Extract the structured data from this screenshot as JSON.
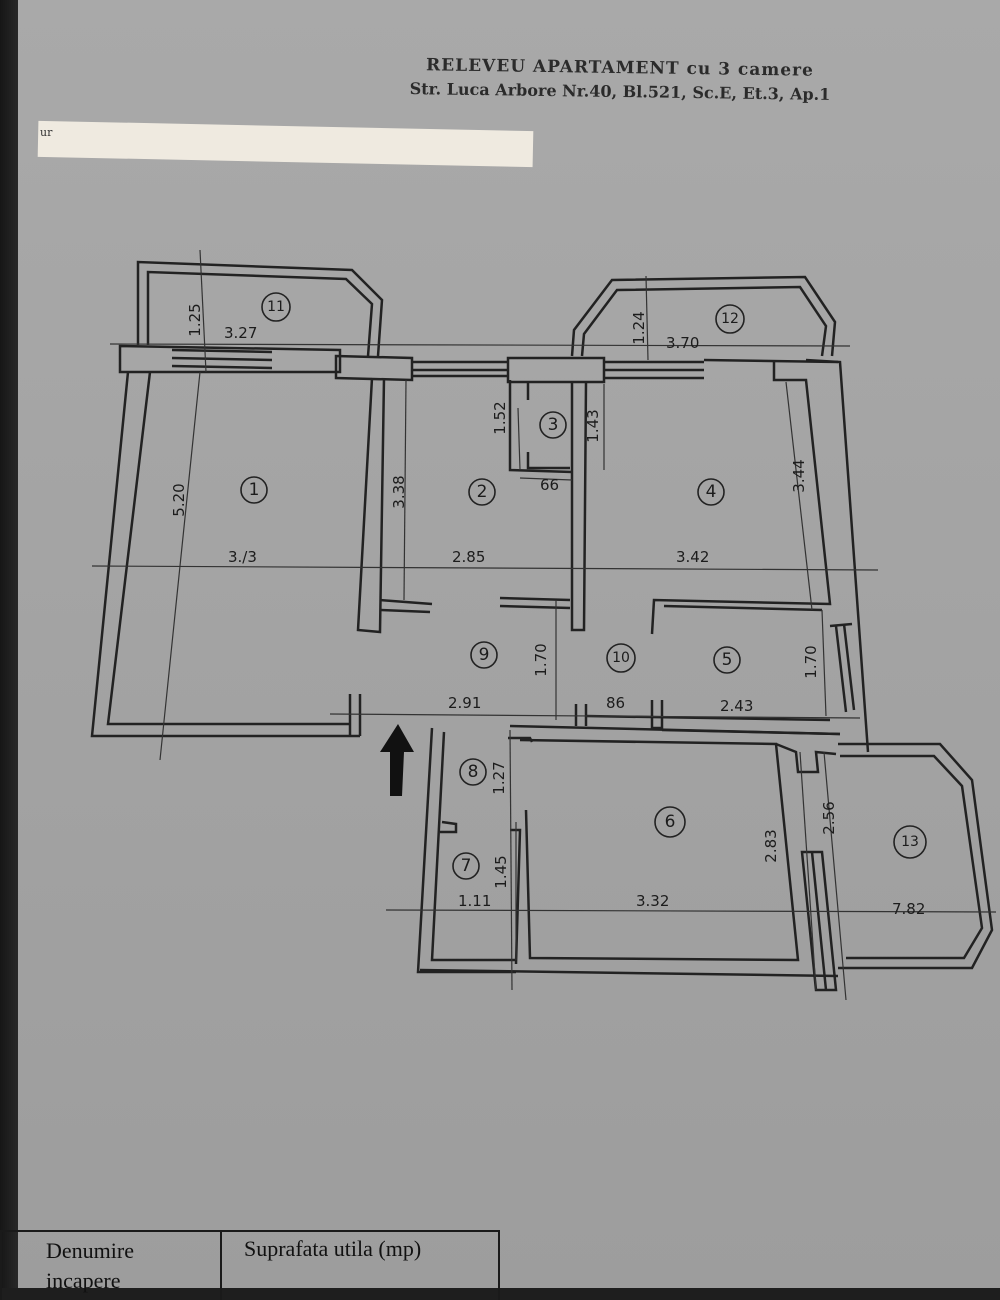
{
  "header": {
    "title": "RELEVEU APARTAMENT cu 3 camere",
    "address": "Str. Luca Arbore Nr.40, Bl.521, Sc.E, Et.3, Ap.1",
    "corner_fragment": "ur"
  },
  "plan": {
    "rooms": [
      "1",
      "2",
      "3",
      "4",
      "5",
      "6",
      "7",
      "8",
      "9",
      "10",
      "11",
      "12",
      "13"
    ],
    "dimensions": {
      "d_1_25": "1.25",
      "d_3_27": "3.27",
      "d_1_24": "1.24",
      "d_3_70": "3.70",
      "d_1_52": "1.52",
      "d_1_43": "1.43",
      "d_5_20": "5.20",
      "d_3_38": "3.38",
      "d_66": "66",
      "d_3_44": "3.44",
      "d_3_13": "3./3",
      "d_2_85": "2.85",
      "d_3_42": "3.42",
      "d_1_70a": "1.70",
      "d_1_70b": "1.70",
      "d_2_91": "2.91",
      "d_86": "86",
      "d_2_43": "2.43",
      "d_1_27": "1.27",
      "d_2_56": "2.56",
      "d_2_83": "2.83",
      "d_1_45": "1.45",
      "d_1_11": "1.11",
      "d_3_32": "3.32",
      "d_7_82": "7.82"
    }
  },
  "table": {
    "col1_header": "Denumire incapere",
    "col2_header": "Suprafata utila (mp)"
  }
}
